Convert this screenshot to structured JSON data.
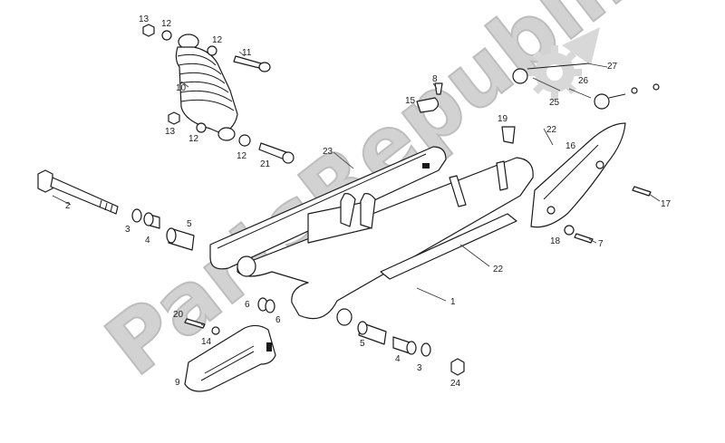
{
  "watermark": {
    "text": "PartsRepublik",
    "color": "#d2d2d2"
  },
  "callouts": [
    {
      "id": "c1",
      "label": "1"
    },
    {
      "id": "c2",
      "label": "2"
    },
    {
      "id": "c3a",
      "label": "3"
    },
    {
      "id": "c3b",
      "label": "3"
    },
    {
      "id": "c4a",
      "label": "4"
    },
    {
      "id": "c4b",
      "label": "4"
    },
    {
      "id": "c5a",
      "label": "5"
    },
    {
      "id": "c5b",
      "label": "5"
    },
    {
      "id": "c6a",
      "label": "6"
    },
    {
      "id": "c6b",
      "label": "6"
    },
    {
      "id": "c7",
      "label": "7"
    },
    {
      "id": "c8",
      "label": "8"
    },
    {
      "id": "c9",
      "label": "9"
    },
    {
      "id": "c10",
      "label": "10"
    },
    {
      "id": "c11",
      "label": "11"
    },
    {
      "id": "c12a",
      "label": "12"
    },
    {
      "id": "c12b",
      "label": "12"
    },
    {
      "id": "c12c",
      "label": "12"
    },
    {
      "id": "c12d",
      "label": "12"
    },
    {
      "id": "c13a",
      "label": "13"
    },
    {
      "id": "c13b",
      "label": "13"
    },
    {
      "id": "c14",
      "label": "14"
    },
    {
      "id": "c15",
      "label": "15"
    },
    {
      "id": "c16",
      "label": "16"
    },
    {
      "id": "c17",
      "label": "17"
    },
    {
      "id": "c18",
      "label": "18"
    },
    {
      "id": "c19",
      "label": "19"
    },
    {
      "id": "c20",
      "label": "20"
    },
    {
      "id": "c21",
      "label": "21"
    },
    {
      "id": "c22a",
      "label": "22"
    },
    {
      "id": "c22b",
      "label": "22"
    },
    {
      "id": "c23",
      "label": "23"
    },
    {
      "id": "c24",
      "label": "24"
    },
    {
      "id": "c25",
      "label": "25"
    },
    {
      "id": "c26",
      "label": "26"
    },
    {
      "id": "c27",
      "label": "27"
    }
  ]
}
